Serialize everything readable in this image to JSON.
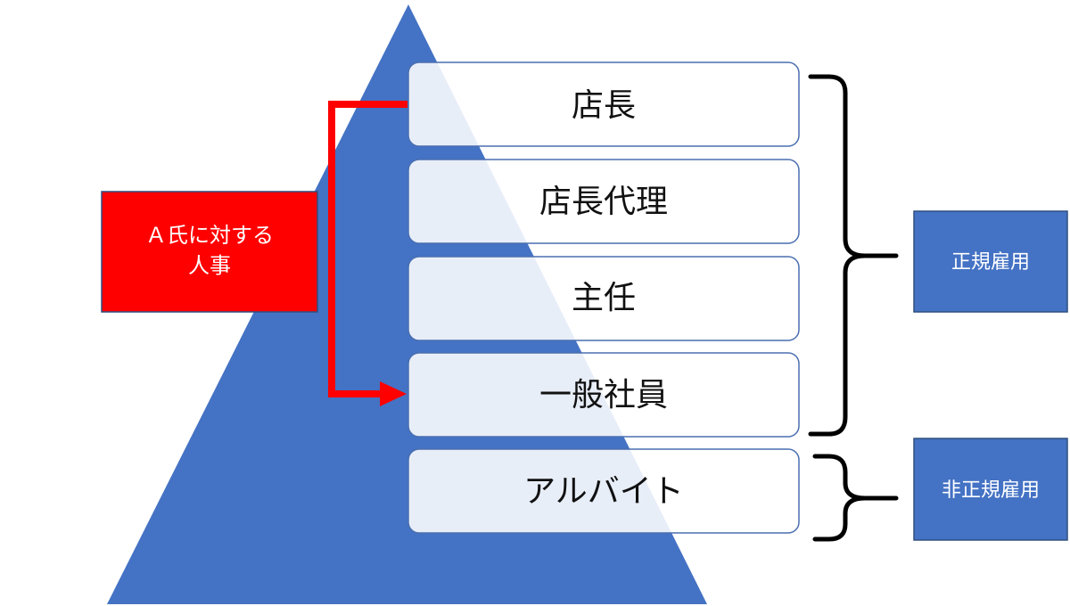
{
  "colors": {
    "pyramid": "#4472c4",
    "level_box_fill": "#ffffff",
    "level_box_stroke": "#4a6fb0",
    "note_fill": "#ff0000",
    "arrow": "#ff0000",
    "category_fill": "#4472c4",
    "bracket": "#000000"
  },
  "levels": [
    {
      "label": "店長"
    },
    {
      "label": "店長代理"
    },
    {
      "label": "主任"
    },
    {
      "label": "一般社員"
    },
    {
      "label": "アルバイト"
    }
  ],
  "note": {
    "line1": "Ａ氏に対する",
    "line2": "人事"
  },
  "categories": {
    "regular": "正規雇用",
    "non_regular": "非正規雇用"
  },
  "arrow": {
    "from_level": "店長",
    "to_level": "一般社員"
  }
}
